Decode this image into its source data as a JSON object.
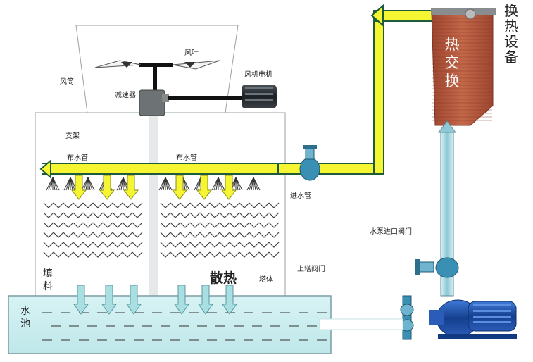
{
  "labels": {
    "fan_cylinder": "风筒",
    "fan_blade": "风叶",
    "fan_motor": "风机电机",
    "reducer": "减速器",
    "support": "支架",
    "distribution_pipe_left": "布水管",
    "distribution_pipe_right": "布水管",
    "inlet_pipe": "进水管",
    "pump_inlet_valve": "水泵进口阀门",
    "tower_valve": "上塔阀门",
    "tower_body": "塔体",
    "heat_dissipation": "散热",
    "filler": [
      "填",
      "料"
    ],
    "pool": [
      "水",
      "池"
    ],
    "heat_exchange_equipment": [
      "换",
      "热",
      "设",
      "备"
    ],
    "heat_exchanger": [
      "热",
      "交",
      "换"
    ]
  },
  "colors": {
    "hot_water_pipe": "#f5f532",
    "pipe_outline": "#1e5a3c",
    "cooled_water": "#a9dfe0",
    "pool_fill": "#cdeff0",
    "heat_exchanger": "#b5553a",
    "motor": "#2a2f33",
    "pump": "#1c4fb0"
  }
}
